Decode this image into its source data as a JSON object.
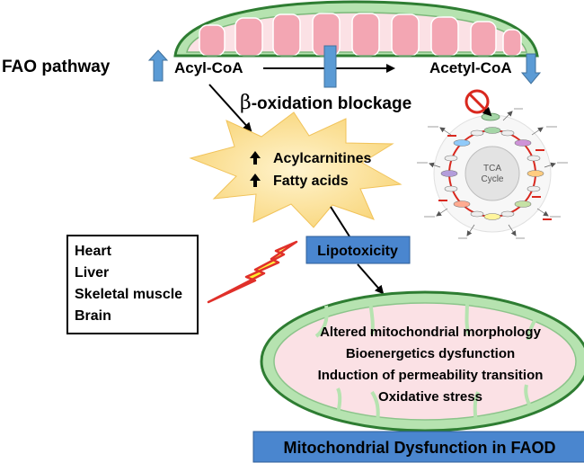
{
  "labels": {
    "fao_pathway": "FAO pathway",
    "acyl_coa": "Acyl-CoA",
    "acetyl_coa": "Acetyl-CoA",
    "beta_symbol": "β",
    "beta_oxidation_blockage": "-oxidation blockage",
    "acylcarnitines": "Acylcarnitines",
    "fatty_acids": "Fatty acids",
    "lipotoxicity": "Lipotoxicity",
    "tca_line1": "TCA",
    "tca_line2": "Cycle"
  },
  "organs": [
    "Heart",
    "Liver",
    "Skeletal muscle",
    "Brain"
  ],
  "dysfunction_effects": [
    "Altered mitochondrial morphology",
    "Bioenergetics dysfunction",
    "Induction of permeability transition",
    "Oxidative stress"
  ],
  "footer_title": "Mitochondrial Dysfunction in FAOD",
  "colors": {
    "arrow_blue": "#5b9bd5",
    "box_blue": "#4a86cf",
    "mito_outer": "#2e7d32",
    "mito_fill": "#b6e3b0",
    "mito_cristae": "#f3a6b3",
    "mito_matrix": "#fbe1e5",
    "burst_yellow": "#fde9a6",
    "lightning_yellow": "#ffff33",
    "lightning_red": "#e0302a",
    "tca_red": "#d9281e"
  },
  "icons": {
    "fao_up": "arrow-up-icon",
    "acetyl_down": "arrow-down-icon",
    "inhibit": "prohibited-icon",
    "lightning": "lightning-icon"
  }
}
